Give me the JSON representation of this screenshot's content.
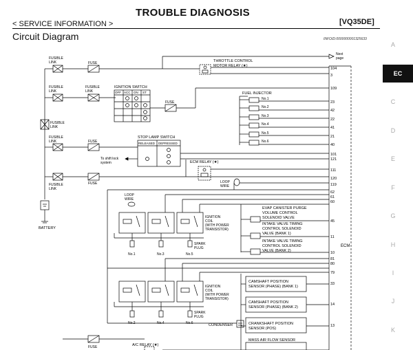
{
  "header": {
    "title": "TROUBLE DIAGNOSIS",
    "section": "< SERVICE INFORMATION >",
    "model": "[VQ35DE]",
    "page_title": "Circuit Diagram",
    "info_id": "INFOID:0000000001325633"
  },
  "side_letters": [
    "A",
    "C",
    "D",
    "E",
    "F",
    "G",
    "H",
    "I",
    "J",
    "K"
  ],
  "side_tab": "EC",
  "diagram": {
    "next_page": [
      "Next",
      "page"
    ],
    "fusible_link": [
      "FUSIBLE",
      "LINK"
    ],
    "fuse": "FUSE",
    "battery": "BATTERY",
    "ignition_switch": "IGNITION SWITCH",
    "ign_positions": [
      "OFF",
      "ACC",
      "ON",
      "ST"
    ],
    "throttle_relay": [
      "THROTTLE CONTROL",
      "MOTOR RELAY (★)"
    ],
    "fuel_injector": "FUEL INJECTOR",
    "injector_labels": [
      "No.1",
      "No.2",
      "No.3",
      "No.4",
      "No.5",
      "No.6"
    ],
    "stop_lamp": "STOP LAMP SWITCH",
    "stop_lamp_states": [
      "RELEASED",
      "DEPRESSED"
    ],
    "shift_lock": [
      "To shift lock",
      "system"
    ],
    "ecm_relay": "ECM RELAY (★)",
    "loop_wire": [
      "LOOP",
      "WIRE"
    ],
    "ign_coil": [
      "IGNITION",
      "COIL",
      "(WITH POWER",
      "TRANSISTOR)"
    ],
    "spark_plug": [
      "SPARK",
      "PLUG"
    ],
    "cyl_top": [
      "No.1",
      "No.3",
      "No.5"
    ],
    "cyl_bottom": [
      "No.2",
      "No.4",
      "No.6"
    ],
    "evap": [
      "EVAP CANISTER PURGE",
      "VOLUME CONTROL",
      "SOLENOID VALVE"
    ],
    "ivt1": [
      "INTAKE VALVE TIMING",
      "CONTROL SOLENOID",
      "VALVE (BANK 1)"
    ],
    "ivt2": [
      "INTAKE VALVE TIMING",
      "CONTROL SOLENOID",
      "VALVE (BANK 2)"
    ],
    "cam1": [
      "CAMSHAFT POSITION",
      "SENSOR (PHASE) (BANK 1)"
    ],
    "cam2": [
      "CAMSHAFT POSITION",
      "SENSOR (PHASE) (BANK 2)"
    ],
    "crank": [
      "CRANKSHAFT POSITION",
      "SENSOR (POS)"
    ],
    "condenser": "CONDENSER",
    "ac_relay": "A/C RELAY (★)",
    "maf": "MASS AIR FLOW SENSOR",
    "ecm": "ECM",
    "pins": {
      "p104": "104",
      "p3": "3",
      "p109": "109",
      "p23": "23",
      "p42": "42",
      "p22": "22",
      "p41": "41",
      "p21": "21",
      "p40": "40",
      "p101": "101",
      "p121": "121",
      "p111": "111",
      "p120": "120",
      "p119": "119",
      "p62": "62",
      "p61": "61",
      "p60": "60",
      "p45": "45",
      "p11": "11",
      "p10": "10",
      "p81": "81",
      "p80": "80",
      "p79": "79",
      "p33": "33",
      "p14": "14",
      "p13": "13"
    }
  }
}
